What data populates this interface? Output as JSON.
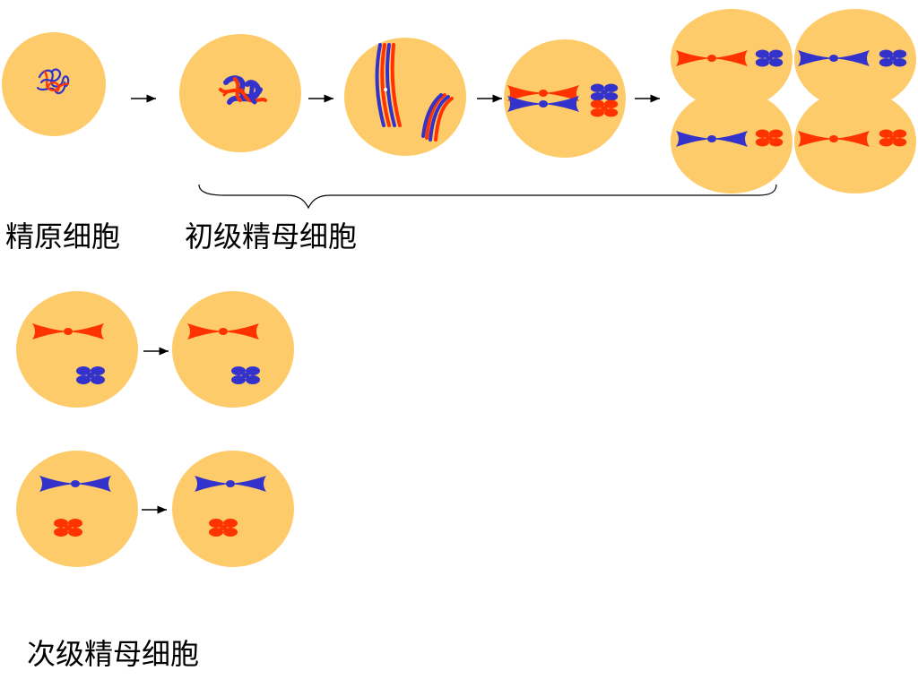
{
  "labels": {
    "spermatogonium": "精原细胞",
    "primary_spermatocyte": "初级精母细胞",
    "secondary_spermatocyte": "次级精母细胞"
  },
  "colors": {
    "cell": "#FECB6A",
    "chrom_red": "#FF3300",
    "chrom_blue": "#3333CC",
    "arrow": "#000000"
  }
}
